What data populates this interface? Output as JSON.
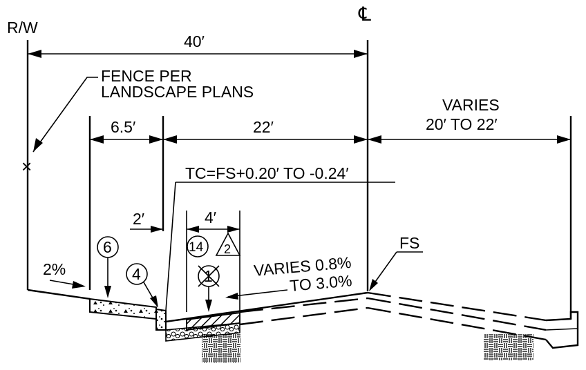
{
  "labels": {
    "row": "R/W",
    "centerline": "℄",
    "fence_line1": "FENCE PER",
    "fence_line2": "LANDSCAPE PLANS",
    "fence_mark": "×",
    "top_curb": "TC=FS+0.20′ TO -0.24′",
    "slope_line1": "VARIES 0.8%",
    "slope_line2": "TO 3.0%",
    "finished_surface": "FS",
    "varies_line1": "VARIES",
    "varies_line2": "20′ TO 22′",
    "cross_slope": "2%"
  },
  "dimensions": {
    "overall": "40′",
    "sidewalk": "6.5′",
    "roadway": "22′",
    "curb_offset": "2′",
    "pavement_band": "4′"
  },
  "callouts": {
    "c6": "6",
    "c4": "4",
    "c14": "14",
    "c2_triangle": "2",
    "c1": "1"
  }
}
